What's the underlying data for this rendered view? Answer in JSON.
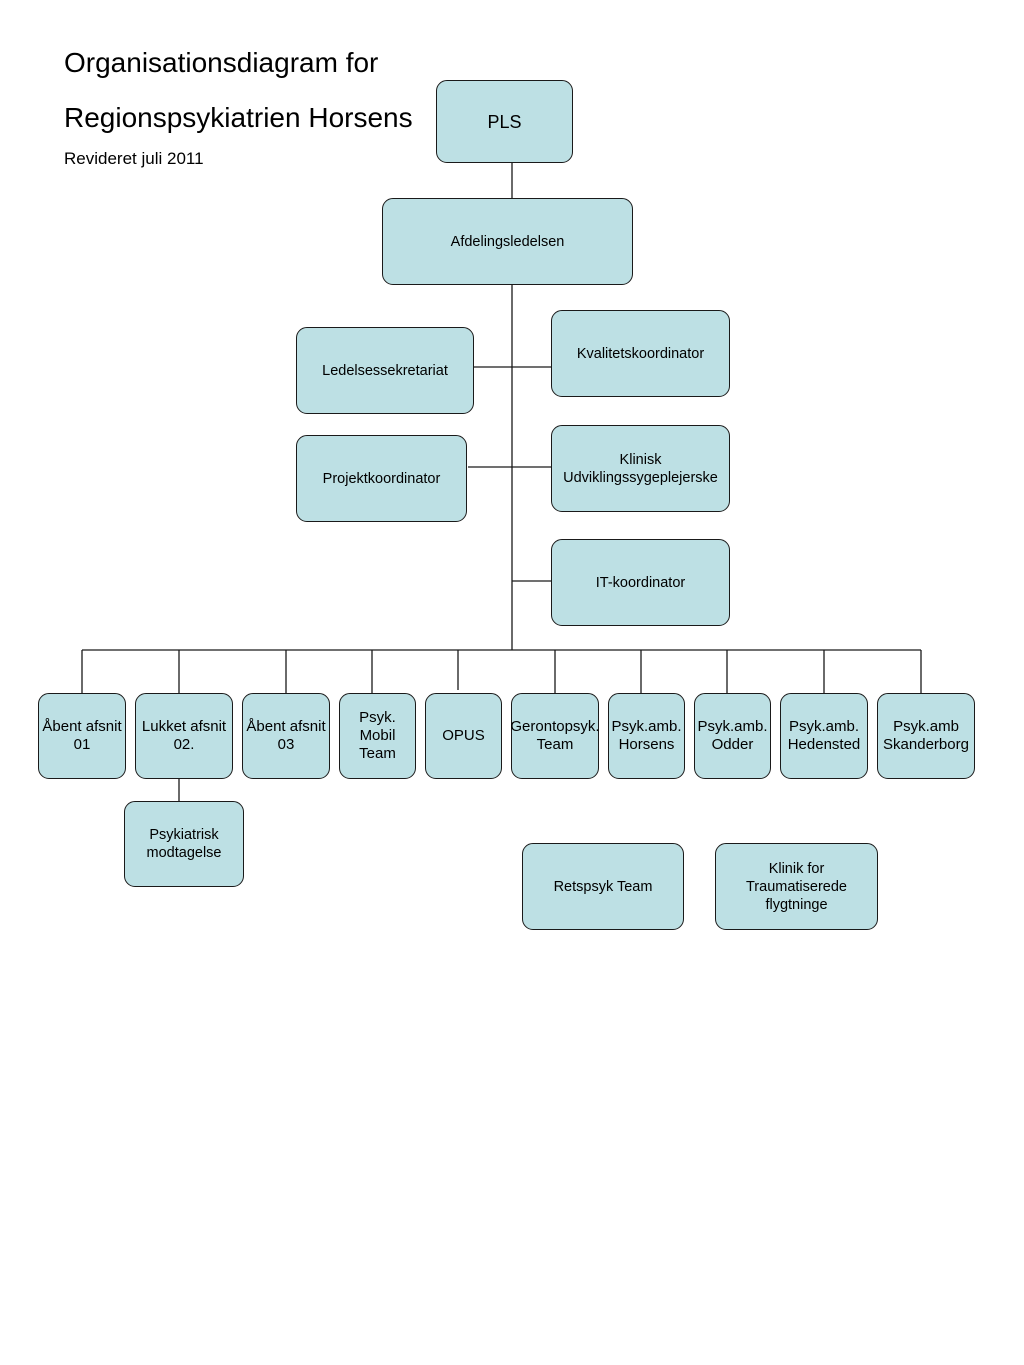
{
  "header": {
    "title_line1": "Organisationsdiagram for",
    "title_line2": "Regionspsykiatrien Horsens",
    "subtitle": "Revideret juli 2011"
  },
  "colors": {
    "box_fill": "#bde0e4",
    "box_border": "#1a1a1a",
    "connector": "#1a1a1a"
  },
  "nodes": {
    "pls": "PLS",
    "afdelingsledelsen": "Afdelingsledelsen",
    "ledelsessekretariat": "Ledelsessekretariat",
    "kvalitetskoordinator": "Kvalitetskoordinator",
    "projektkoordinator": "Projektkoordinator",
    "klinisk_udviklingssygeplejerske": "Klinisk\nUdviklingssygeplejerske",
    "it_koordinator": "IT-koordinator",
    "aabent_afsnit_01": "Åbent afsnit\n01",
    "lukket_afsnit_02": "Lukket afsnit\n02.",
    "aabent_afsnit_03": "Åbent afsnit\n03",
    "psyk_mobil_team": "Psyk.\nMobil\nTeam",
    "opus": "OPUS",
    "gerontopsyk_team": "Gerontopsyk.\nTeam",
    "psyk_amb_horsens": "Psyk.amb.\nHorsens",
    "psyk_amb_odder": "Psyk.amb.\nOdder",
    "psyk_amb_hedensted": "Psyk.amb.\nHedensted",
    "psyk_amb_skanderborg": "Psyk.amb\nSkanderborg",
    "psykiatrisk_modtagelse": "Psykiatrisk\nmodtagelse",
    "retspsyk_team": "Retspsyk Team",
    "klinik_traumatiserede": "Klinik for\nTraumatiserede\nflygtninge"
  }
}
